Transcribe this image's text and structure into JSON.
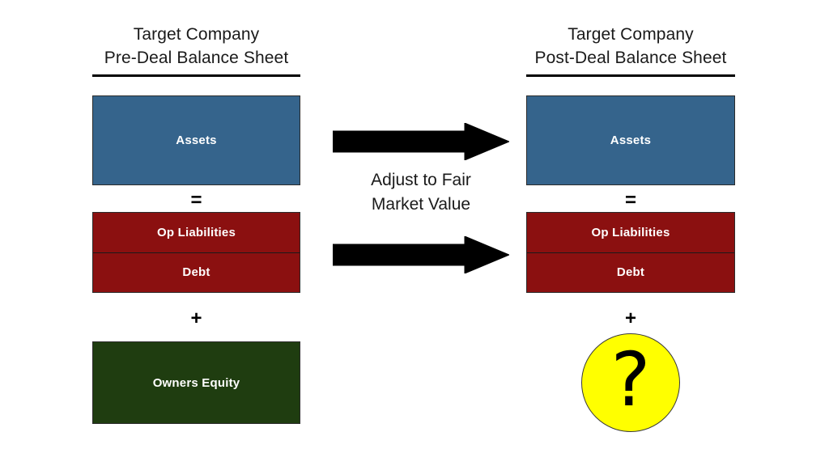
{
  "diagram": {
    "background_color": "#ffffff",
    "left_column": {
      "title_line1": "Target Company",
      "title_line2": "Pre-Deal Balance Sheet",
      "assets_label": "Assets",
      "equals_sign": "=",
      "op_liabilities_label": "Op Liabilities",
      "debt_label": "Debt",
      "plus_sign": "+",
      "equity_label": "Owners Equity"
    },
    "right_column": {
      "title_line1": "Target Company",
      "title_line2": "Post-Deal Balance Sheet",
      "assets_label": "Assets",
      "equals_sign": "=",
      "op_liabilities_label": "Op Liabilities",
      "debt_label": "Debt",
      "plus_sign": "+",
      "unknown_equity_label": "?"
    },
    "center": {
      "caption_line1": "Adjust to Fair",
      "caption_line2": "Market Value",
      "arrow_top_name": "right-arrow-icon",
      "arrow_bottom_name": "right-arrow-icon"
    },
    "colors": {
      "assets": "#35648c",
      "liabilities": "#8b1010",
      "equity": "#1f3d10",
      "unknown": "#ffff00",
      "arrow": "#000000",
      "rule": "#000000",
      "text_on_fill": "#ffffff",
      "text_dark": "#1a1a1a"
    }
  }
}
